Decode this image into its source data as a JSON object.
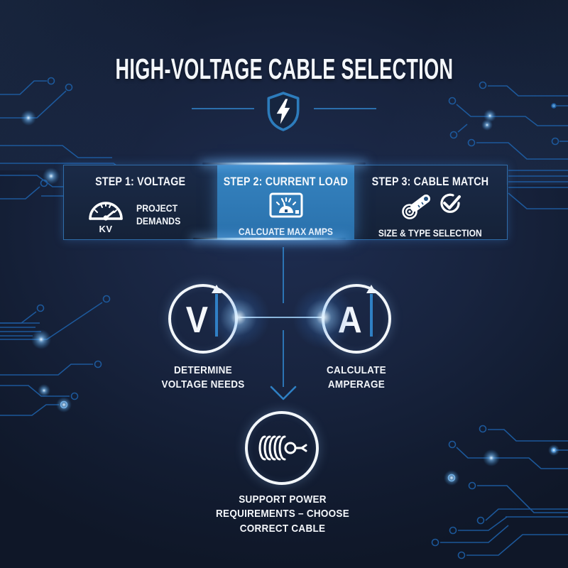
{
  "header": {
    "title": "HIGH-VOLTAGE CABLE SELECTION",
    "emblem_icon": "shield-lightning-icon"
  },
  "steps": [
    {
      "title": "STEP 1: VOLTAGE",
      "icon": "voltage-gauge-icon",
      "gauge_unit": "KV",
      "note": "PROJECT DEMANDS",
      "highlighted": false
    },
    {
      "title": "STEP 2: CURRENT LOAD",
      "icon": "ammeter-icon",
      "note": "CALCUATE MAX AMPS",
      "highlighted": true
    },
    {
      "title": "STEP 3: CABLE MATCH",
      "icon": "cable-and-check-icon",
      "note": "SIZE & TYPE SELECTION",
      "highlighted": false
    }
  ],
  "flow_nodes": [
    {
      "symbol": "V",
      "icon": "up-arrow-icon",
      "label": "DETERMINE VOLTAGE NEEDS"
    },
    {
      "symbol": "A",
      "icon": "up-arrow-icon",
      "label": "CALCULATE AMPERAGE"
    },
    {
      "symbol": "",
      "icon": "cable-coil-icon",
      "label": "SUPPORT POWER REQUIREMENTS – CHOOSE CORRECT CABLE"
    }
  ],
  "colors": {
    "background": "#15213a",
    "accent_blue": "#2f80c4",
    "circuit_trace": "#1e5fa6",
    "highlight_panel": "#2e79b5",
    "panel_dark": "#17243d",
    "text": "#f4f7fb"
  }
}
